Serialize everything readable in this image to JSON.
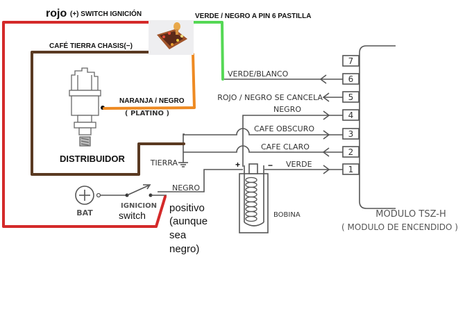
{
  "colors": {
    "red_wire": "#d42a2a",
    "brown_wire": "#5a3a22",
    "orange_wire": "#ee8a22",
    "green_wire": "#55d855",
    "schematic_line": "#555555"
  },
  "annotations": {
    "rojo": "rojo",
    "switch_ignicion": "(+) SWITCH IGNICIÓN",
    "verde_negro": "VERDE / NEGRO A PIN 6 PASTILLA",
    "cafe_tierra": "CAFÉ TIERRA CHASIS(−)",
    "naranja_negro": "NARANJA / NEGRO",
    "distribuidor": "DISTRIBUIDOR",
    "switch": "switch",
    "positivo": [
      "positivo",
      "(aunque",
      "sea",
      "negro)"
    ]
  },
  "schematic": {
    "platino": "( PLATINO )",
    "tierra": "TIERRA",
    "bat": "BAT",
    "ignicion": "IGNICION",
    "negro_switch": "NEGRO",
    "bobina": "BOBINA",
    "plus": "+",
    "minus": "−",
    "module_title": "MODULO TSZ-H",
    "module_subtitle": "( MODULO DE ENCENDIDO )",
    "pins": [
      {
        "num": "7",
        "label": ""
      },
      {
        "num": "6",
        "label": "VERDE/BLANCO"
      },
      {
        "num": "5",
        "label": "ROJO / NEGRO SE CANCELA"
      },
      {
        "num": "4",
        "label": "NEGRO"
      },
      {
        "num": "3",
        "label": "CAFE OBSCURO"
      },
      {
        "num": "2",
        "label": "CAFE CLARO"
      },
      {
        "num": "1",
        "label": "VERDE"
      }
    ]
  }
}
